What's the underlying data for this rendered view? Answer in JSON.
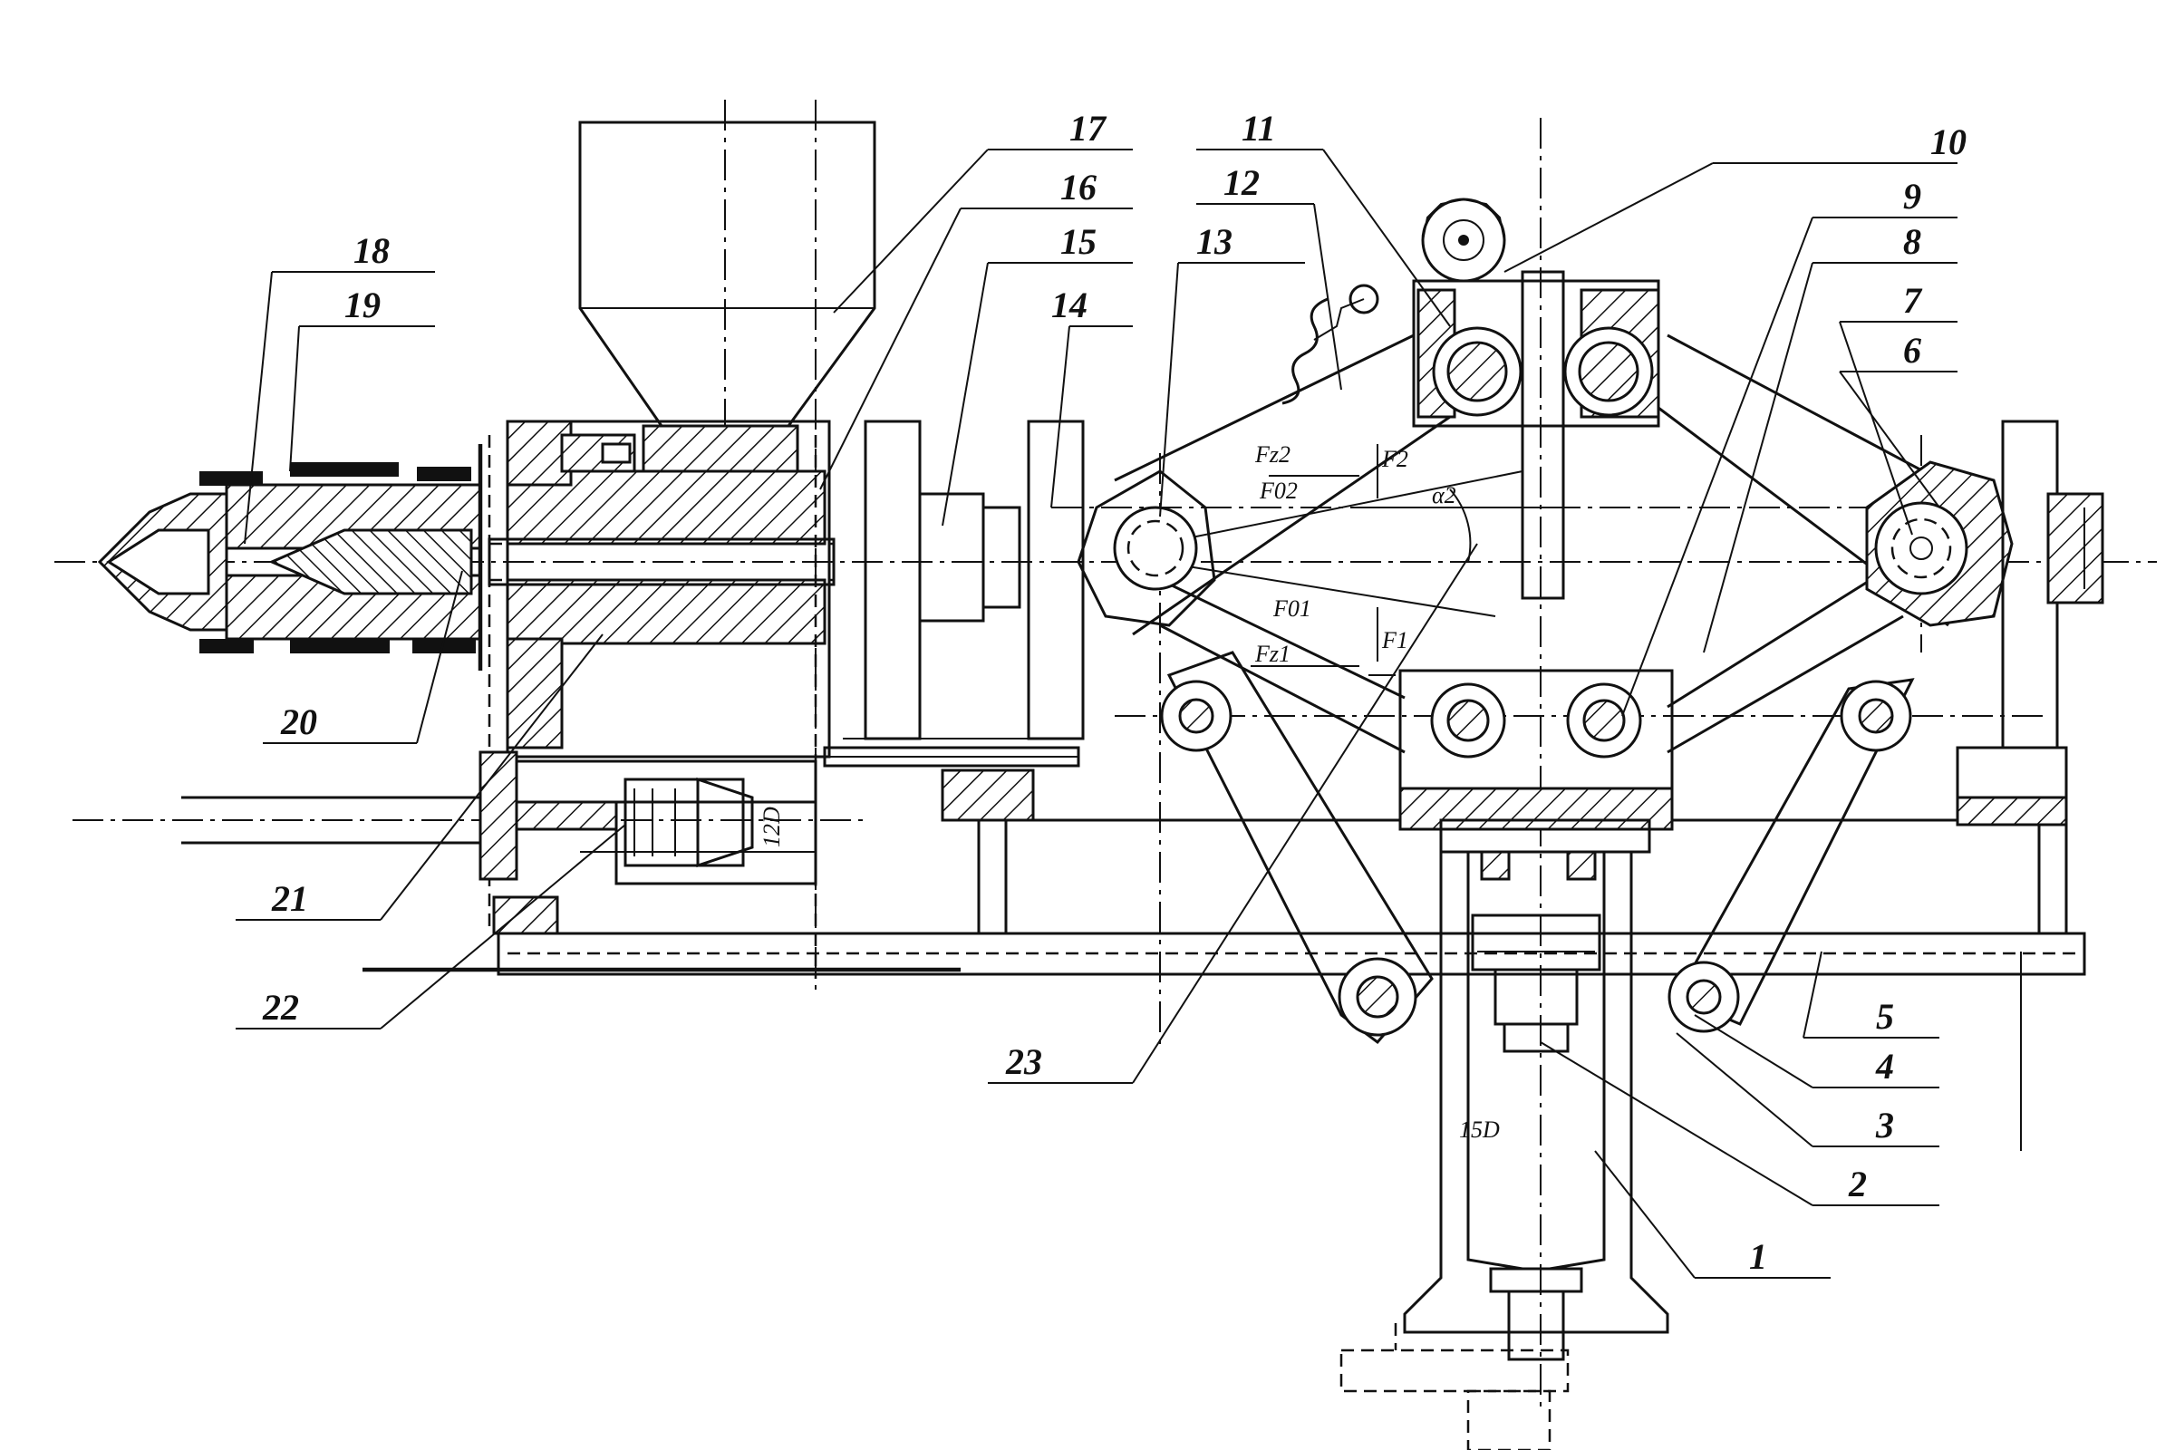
{
  "part_labels": [
    {
      "id": "1",
      "text": "1"
    },
    {
      "id": "2",
      "text": "2"
    },
    {
      "id": "3",
      "text": "3"
    },
    {
      "id": "4",
      "text": "4"
    },
    {
      "id": "5",
      "text": "5"
    },
    {
      "id": "6",
      "text": "6"
    },
    {
      "id": "7",
      "text": "7"
    },
    {
      "id": "8",
      "text": "8"
    },
    {
      "id": "9",
      "text": "9"
    },
    {
      "id": "10",
      "text": "10"
    },
    {
      "id": "11",
      "text": "11"
    },
    {
      "id": "12",
      "text": "12"
    },
    {
      "id": "13",
      "text": "13"
    },
    {
      "id": "14",
      "text": "14"
    },
    {
      "id": "15",
      "text": "15"
    },
    {
      "id": "16",
      "text": "16"
    },
    {
      "id": "17",
      "text": "17"
    },
    {
      "id": "18",
      "text": "18"
    },
    {
      "id": "19",
      "text": "19"
    },
    {
      "id": "20",
      "text": "20"
    },
    {
      "id": "21",
      "text": "21"
    },
    {
      "id": "22",
      "text": "22"
    },
    {
      "id": "23",
      "text": "23"
    }
  ],
  "annotations": {
    "fz2": "Fz2",
    "f02": "F02",
    "f2": "F2",
    "alpha2": "α2",
    "f01": "F01",
    "f1": "F1",
    "fz1": "Fz1",
    "dim_12d": "12D",
    "dim_15d": "15D"
  }
}
